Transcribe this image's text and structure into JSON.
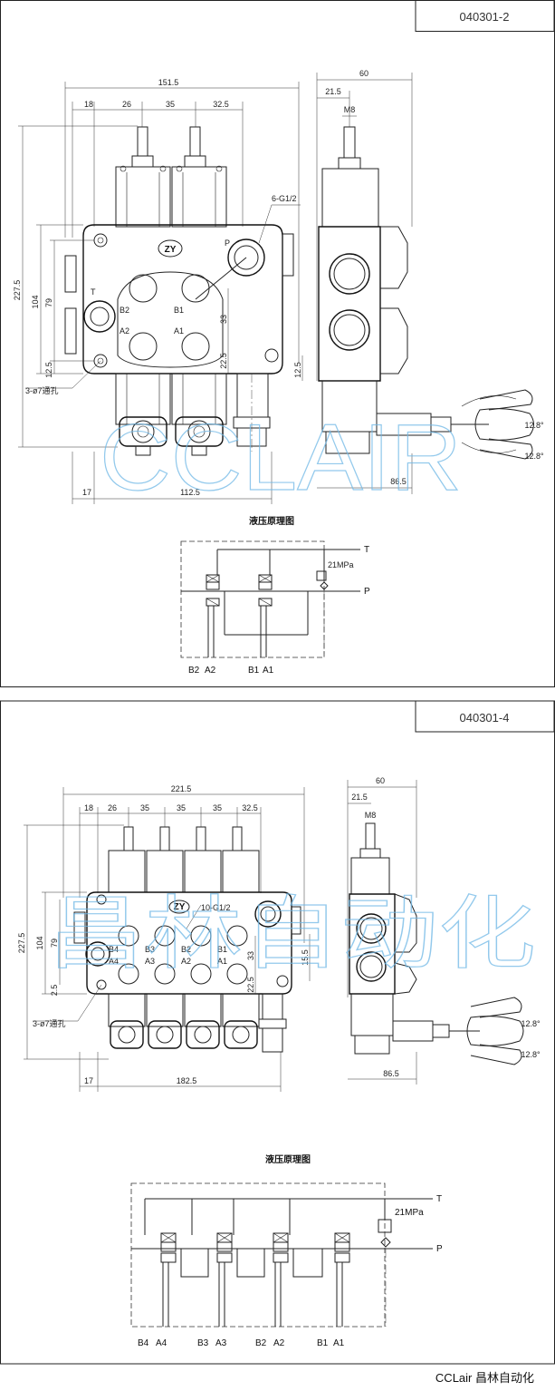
{
  "sheet1": {
    "code": "040301-2",
    "dims": {
      "w_total": "151.5",
      "d18": "18",
      "d26": "26",
      "d35": "35",
      "d325": "32.5",
      "h_total": "227.5",
      "h104": "104",
      "h79": "79",
      "h125a": "12.5",
      "h125b": "12.5",
      "h33": "33",
      "h225": "22.5",
      "bot17": "17",
      "bot1125": "112.5",
      "side60": "60",
      "side215": "21.5",
      "m8": "M8",
      "side865": "86.5",
      "ang1": "12.8°",
      "ang2": "12.8°"
    },
    "callouts": {
      "ports": "6-G1/2",
      "holes": "3-ø7通孔"
    },
    "ports": {
      "p": "P",
      "t": "T",
      "b2": "B2",
      "b1": "B1",
      "a2": "A2",
      "a1": "A1"
    },
    "schematic": {
      "title": "液压原理图",
      "pressure": "21MPa",
      "t": "T",
      "p": "P",
      "bottom": [
        "B2",
        "A2",
        "B1",
        "A1"
      ]
    }
  },
  "sheet2": {
    "code": "040301-4",
    "dims": {
      "w_total": "221.5",
      "d18": "18",
      "d26": "26",
      "d35a": "35",
      "d35b": "35",
      "d35c": "35",
      "d325": "32.5",
      "h_total": "227.5",
      "h104": "104",
      "h79": "79",
      "h25": "2.5",
      "h33": "33",
      "h225": "22.5",
      "h155": "15.5",
      "bot17": "17",
      "bot1825": "182.5",
      "side60": "60",
      "side215": "21.5",
      "m8": "M8",
      "side865": "86.5",
      "ang1": "12.8°",
      "ang2": "12.8°"
    },
    "callouts": {
      "ports": "10-G1/2",
      "holes": "3-ø7通孔"
    },
    "ports": {
      "b4": "B4",
      "a4": "A4",
      "b3": "B3",
      "a3": "A3",
      "b2": "B2",
      "a2": "A2",
      "b1": "B1",
      "a1": "A1"
    },
    "schematic": {
      "title": "液压原理图",
      "pressure": "21MPa",
      "t": "T",
      "p": "P",
      "bottom": [
        "B4",
        "A4",
        "B3",
        "A3",
        "B2",
        "A2",
        "B1",
        "A1"
      ]
    }
  },
  "watermarks": {
    "top": "CCLAIR",
    "bottom": "昌林自动化"
  },
  "footer": {
    "brand": "CCLair 昌林自动化"
  }
}
